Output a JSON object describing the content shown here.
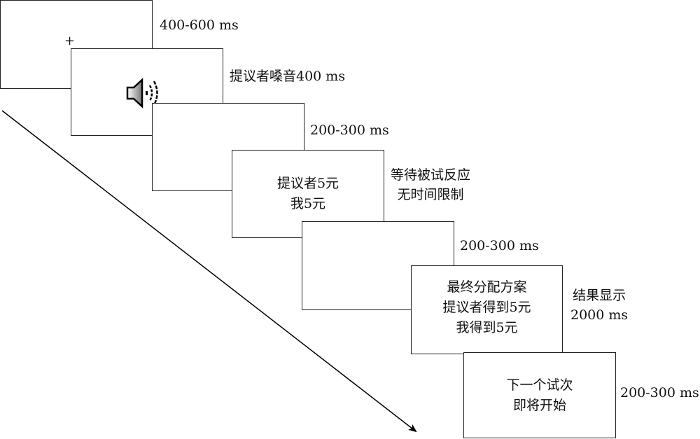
{
  "frames": [
    {
      "id": "fixation",
      "content": [
        "+"
      ],
      "duration": [
        "400-600 ms"
      ]
    },
    {
      "id": "proposer-noise",
      "content_icon": "speaker-icon",
      "duration": [
        "提议者嗓音400 ms"
      ]
    },
    {
      "id": "blank-1",
      "content": [],
      "duration": [
        "200-300 ms"
      ]
    },
    {
      "id": "offer",
      "content": [
        "提议者5元",
        "我5元"
      ],
      "duration": [
        "等待被试反应",
        "无时间限制"
      ]
    },
    {
      "id": "blank-2",
      "content": [],
      "duration": [
        "200-300 ms"
      ]
    },
    {
      "id": "result",
      "content": [
        "最终分配方案",
        "提议者得到5元",
        "我得到5元"
      ],
      "duration": [
        "结果显示",
        "2000 ms"
      ]
    },
    {
      "id": "next-trial",
      "content": [
        "下一个试次",
        "即将开始"
      ],
      "duration": [
        "200-300 ms"
      ]
    }
  ]
}
